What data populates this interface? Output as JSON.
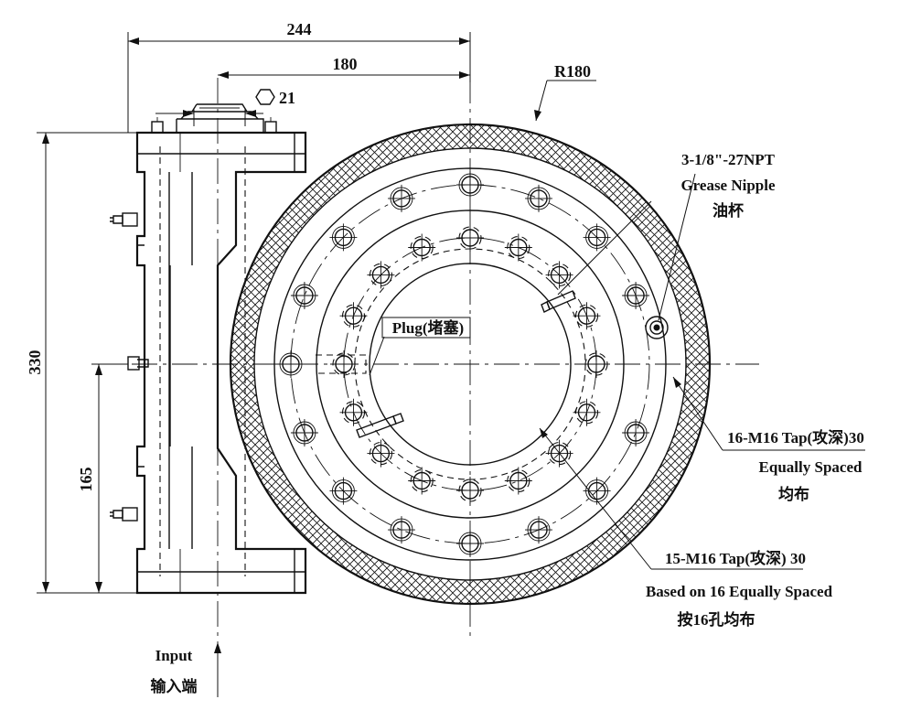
{
  "dimensions": {
    "width_244": "244",
    "width_180": "180",
    "hex_21": "21",
    "radius": "R180",
    "height_330": "330",
    "height_165": "165"
  },
  "callouts": {
    "grease_line1": "3-1/8\"-27NPT",
    "grease_line2": "Grease Nipple",
    "grease_line3": "油杯",
    "plug": "Plug(堵塞)",
    "tap16_line1": "16-M16 Tap(攻深)30",
    "tap16_line2": "Equally Spaced",
    "tap16_line3": "均布",
    "tap15_line1": "15-M16 Tap(攻深) 30",
    "tap15_line2": "Based on 16 Equally Spaced",
    "tap15_line3": "按16孔均布"
  },
  "input": {
    "label_en": "Input",
    "label_cn": "输入端"
  },
  "colors": {
    "line": "#111111",
    "background": "#ffffff"
  }
}
